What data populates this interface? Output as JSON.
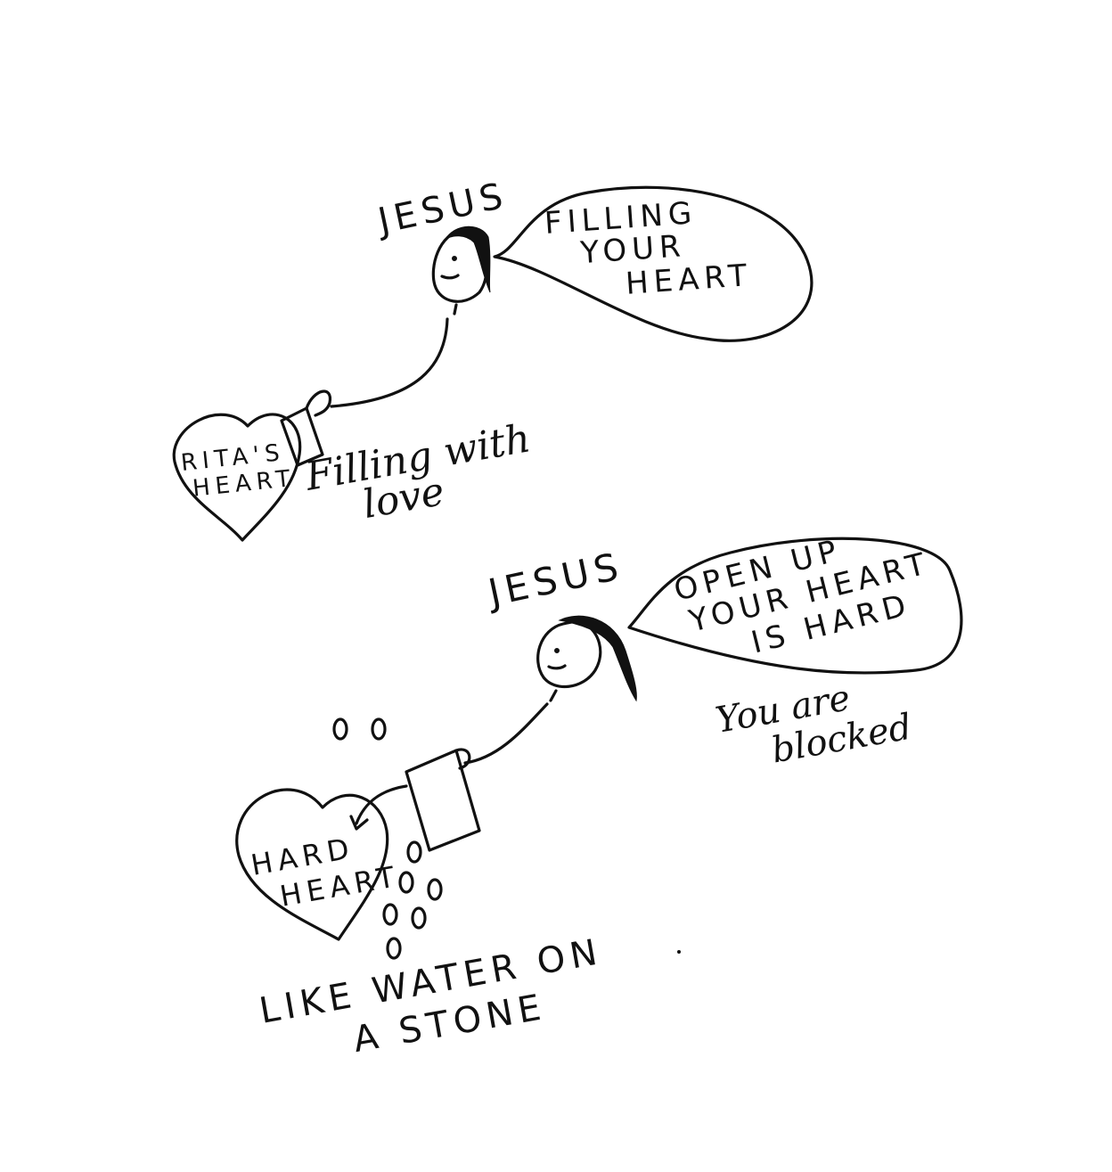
{
  "colors": {
    "ink": "#111111",
    "paper": "#ffffff"
  },
  "scene_top": {
    "speaker_label": "JESUS",
    "speech_lines": [
      "FILLING",
      "YOUR",
      "HEART"
    ],
    "heart_lines": [
      "RITA'S",
      "HEART"
    ],
    "caption_lines": [
      "Filling with",
      "love"
    ]
  },
  "scene_bottom": {
    "speaker_label": "JESUS",
    "speech_lines": [
      "OPEN UP",
      "YOUR HEART",
      "IS HARD"
    ],
    "side_note_lines": [
      "You are",
      "blocked"
    ],
    "heart_lines": [
      "HARD",
      "HEART"
    ],
    "caption_lines": [
      "LIKE WATER ON",
      "A STONE"
    ]
  }
}
